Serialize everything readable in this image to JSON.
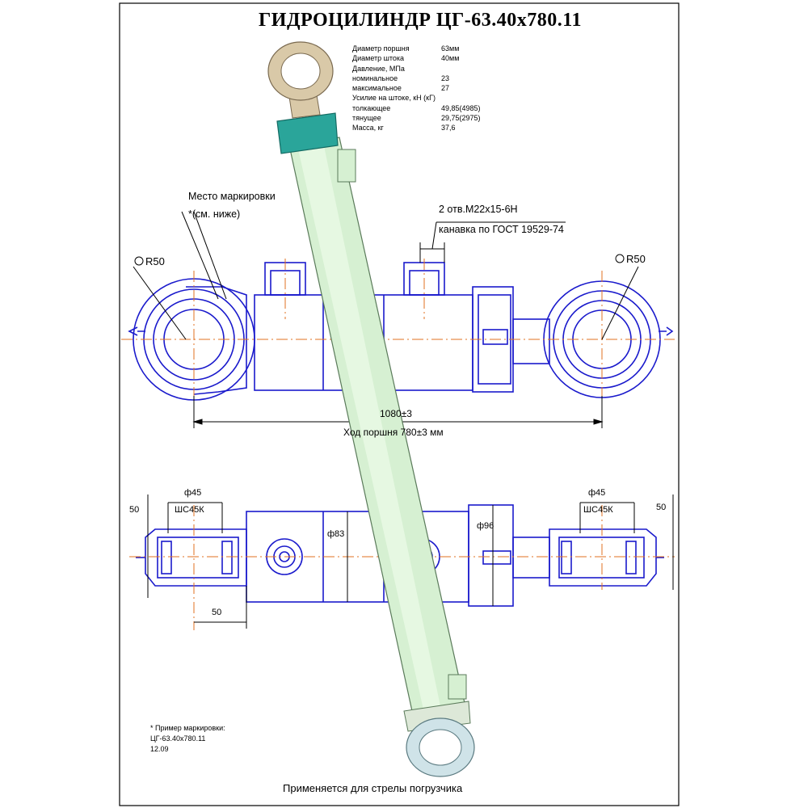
{
  "title": "ГИДРОЦИЛИНДР  ЦГ-63.40х780.11",
  "specs": [
    {
      "label": "Диаметр поршня",
      "value": "63мм"
    },
    {
      "label": "Диаметр штока",
      "value": "40мм"
    },
    {
      "label": "Давление, МПа",
      "value": ""
    },
    {
      "label": "номинальное",
      "value": "23"
    },
    {
      "label": "максимальное",
      "value": "27"
    },
    {
      "label": "Усилие на штоке, кН (кГ)",
      "value": ""
    },
    {
      "label": "толкающее",
      "value": "49,85(4985)"
    },
    {
      "label": "тянущее",
      "value": "29,75(2975)"
    },
    {
      "label": "Масса, кг",
      "value": "37,6"
    }
  ],
  "annotations": {
    "marking_place": "Место маркировки",
    "marking_ref": "*(см. ниже)",
    "ports": "2 отв.М22х15-6Н",
    "groove": "канавка по ГОСТ 19529-74",
    "radius_left": "R50",
    "radius_right": "R50",
    "length": "1080±3",
    "stroke": "Ход поршня 780±3 мм"
  },
  "bottom_view": {
    "dia_left": "ф45",
    "dia_right": "ф45",
    "bearing_left": "ШС45К",
    "bearing_right": "ШС45К",
    "width_left": "50",
    "width_right": "50",
    "offset": "50",
    "dia_83": "ф83",
    "dia_96": "ф96"
  },
  "marking_example": {
    "heading": "* Пример маркировки:",
    "line1": "ЦГ-63.40х780.11",
    "line2": "12.09"
  },
  "footer": "Применяется для стрелы погрузчика",
  "colors": {
    "outline": "#1a1acc",
    "barrel": "#d6f0d2",
    "gland": "#2aa59a",
    "eye_ring": "#d9c9a8",
    "centerline": "#e07020"
  }
}
